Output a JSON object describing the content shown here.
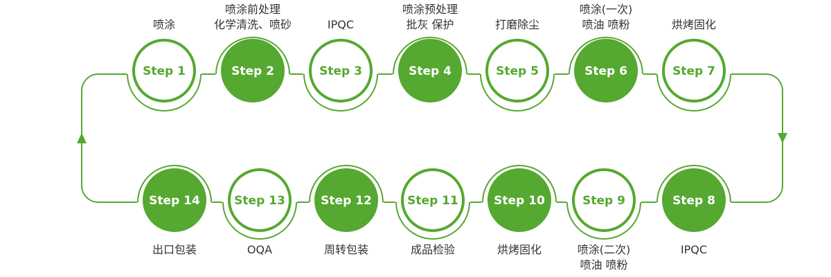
{
  "colors": {
    "accent": "#55a830",
    "text": "#333333"
  },
  "steps": [
    {
      "label": "Step 1",
      "desc": [
        "喷涂"
      ],
      "filled": false
    },
    {
      "label": "Step 2",
      "desc": [
        "喷涂前处理",
        "化学清洗、喷砂"
      ],
      "filled": true
    },
    {
      "label": "Step 3",
      "desc": [
        "IPQC"
      ],
      "filled": false
    },
    {
      "label": "Step 4",
      "desc": [
        "喷涂预处理",
        "批灰  保护"
      ],
      "filled": true
    },
    {
      "label": "Step 5",
      "desc": [
        "打磨除尘"
      ],
      "filled": false
    },
    {
      "label": "Step 6",
      "desc": [
        "喷涂(一次)",
        "喷油  喷粉"
      ],
      "filled": true
    },
    {
      "label": "Step 7",
      "desc": [
        "烘烤固化"
      ],
      "filled": false
    },
    {
      "label": "Step 8",
      "desc": [
        "IPQC"
      ],
      "filled": true
    },
    {
      "label": "Step 9",
      "desc": [
        "喷涂(二次)",
        "喷油  喷粉"
      ],
      "filled": false
    },
    {
      "label": "Step 10",
      "desc": [
        "烘烤固化"
      ],
      "filled": true
    },
    {
      "label": "Step 11",
      "desc": [
        "成品检验"
      ],
      "filled": false
    },
    {
      "label": "Step 12",
      "desc": [
        "周转包装"
      ],
      "filled": true
    },
    {
      "label": "Step 13",
      "desc": [
        "OQA"
      ],
      "filled": false
    },
    {
      "label": "Step 14",
      "desc": [
        "出口包装"
      ],
      "filled": true
    }
  ]
}
